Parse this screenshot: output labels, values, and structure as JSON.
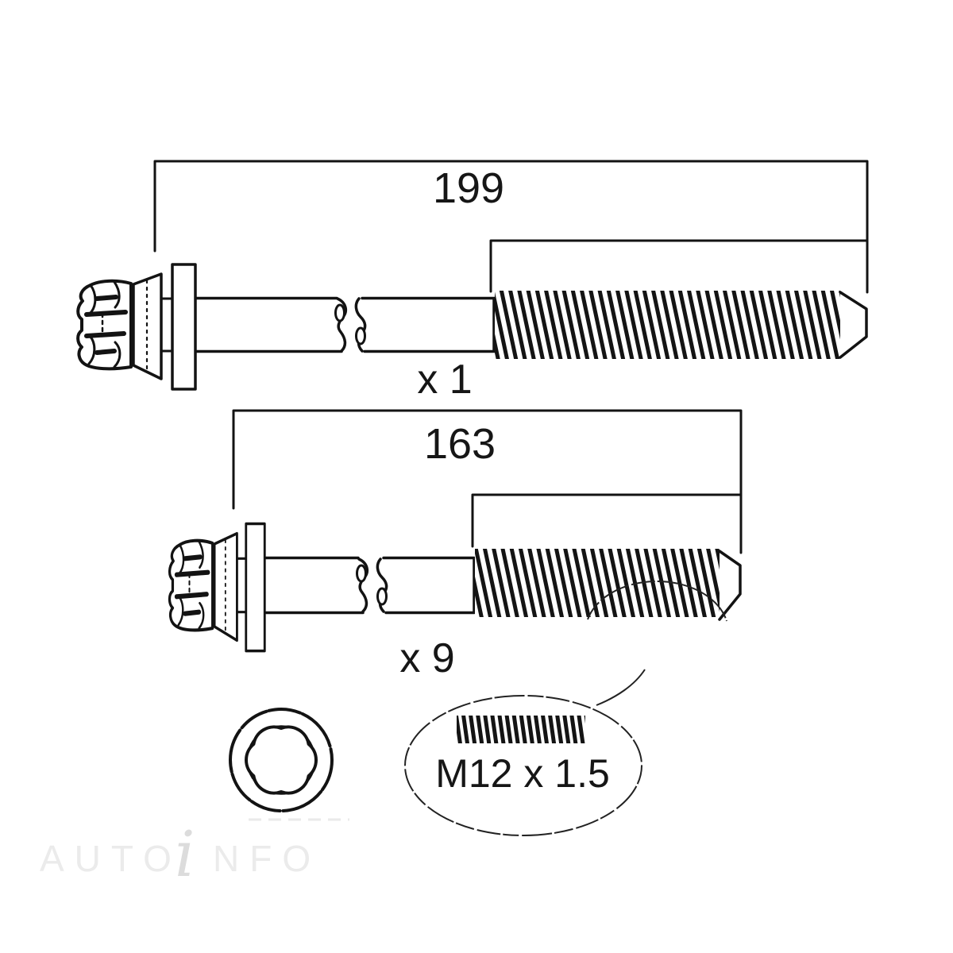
{
  "diagram": {
    "bolt_top": {
      "length_label": "199",
      "quantity_label": "x 1"
    },
    "bolt_bottom": {
      "length_label": "163",
      "quantity_label": "x 9"
    },
    "thread_callout": {
      "spec_label": "M12 x 1.5"
    },
    "watermark": {
      "left": "AUTO",
      "accent": "i",
      "right": "NFO"
    },
    "colors": {
      "line": "#131313",
      "background": "#ffffff",
      "watermark": "#ebebeb",
      "watermark_accent": "#dcdcdc"
    }
  }
}
